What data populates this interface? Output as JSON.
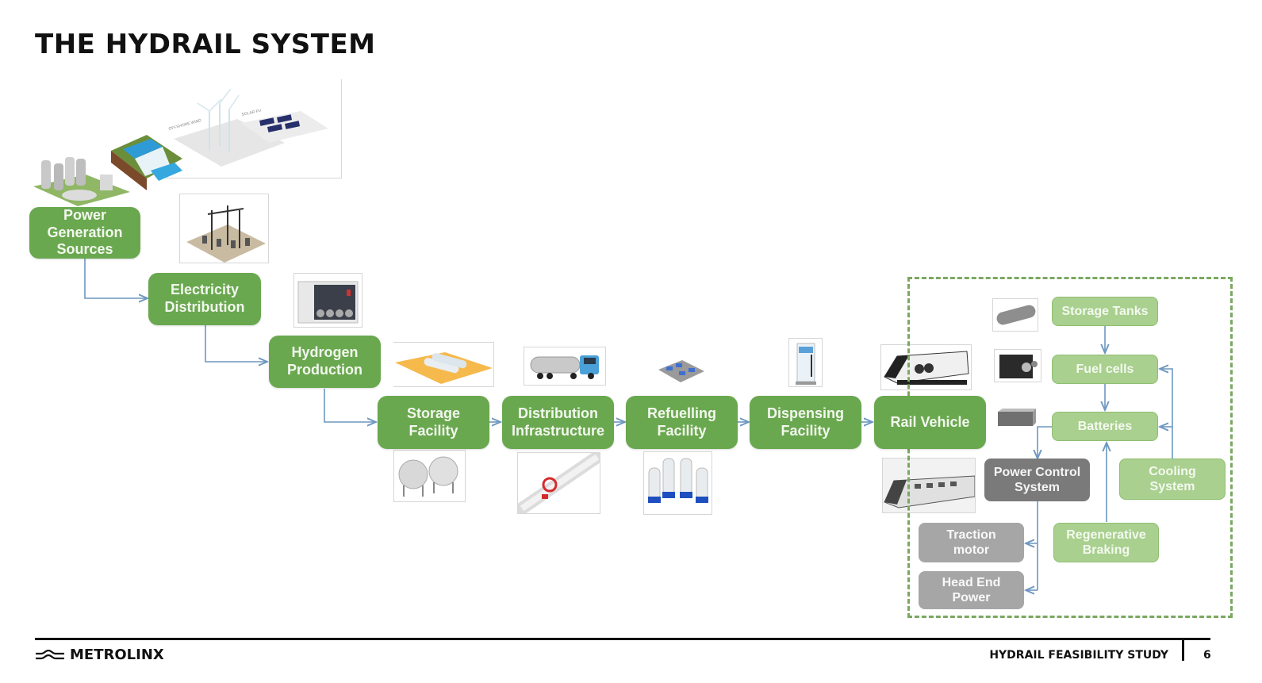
{
  "slide": {
    "title": "THE HYDRAIL SYSTEM",
    "page_number": "6"
  },
  "footer": {
    "logo_text": "METROLINX",
    "study_title": "HYDRAIL FEASIBILITY STUDY"
  },
  "colors": {
    "main_green": "#6aa84f",
    "light_green": "#a9d08e",
    "dark_grey": "#7a7a7a",
    "grey": "#a6a6a6",
    "connector_blue": "#6d97c0",
    "frame_green": "#7aa860"
  },
  "chain": [
    {
      "id": "power-generation",
      "label": "Power\nGeneration\nSources"
    },
    {
      "id": "electricity-distribution",
      "label": "Electricity\nDistribution"
    },
    {
      "id": "hydrogen-production",
      "label": "Hydrogen\nProduction"
    },
    {
      "id": "storage-facility",
      "label": "Storage\nFacility"
    },
    {
      "id": "distribution-infrastructure",
      "label": "Distribution\nInfrastructure"
    },
    {
      "id": "refuelling-facility",
      "label": "Refuelling\nFacility"
    },
    {
      "id": "dispensing-facility",
      "label": "Dispensing\nFacility"
    },
    {
      "id": "rail-vehicle",
      "label": "Rail Vehicle"
    }
  ],
  "vehicle_system": [
    {
      "id": "storage-tanks",
      "label": "Storage Tanks",
      "style": "light"
    },
    {
      "id": "fuel-cells",
      "label": "Fuel cells",
      "style": "light"
    },
    {
      "id": "batteries",
      "label": "Batteries",
      "style": "light"
    },
    {
      "id": "power-control-system",
      "label": "Power Control\nSystem",
      "style": "dark"
    },
    {
      "id": "cooling-system",
      "label": "Cooling\nSystem",
      "style": "light"
    },
    {
      "id": "traction-motor",
      "label": "Traction\nmotor",
      "style": "grey"
    },
    {
      "id": "regenerative-braking",
      "label": "Regenerative\nBraking",
      "style": "light"
    },
    {
      "id": "head-end-power",
      "label": "Head End\nPower",
      "style": "grey"
    }
  ],
  "images": [
    {
      "id": "wind-solar",
      "label_wind": "OFFSHORE WIND",
      "label_solar": "SOLAR PV"
    }
  ]
}
